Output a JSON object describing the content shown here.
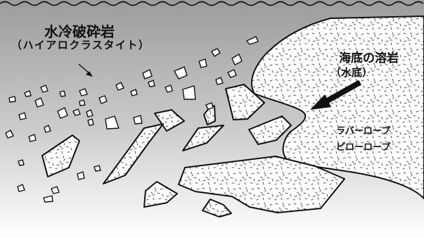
{
  "labels": {
    "hyaloclastite_title": "水冷破砕岩",
    "hyaloclastite_sub": "（ハイアロクラスタイト）",
    "lava_title": "海底の溶岩",
    "lava_sub": "（水底）",
    "ropy_lava": "ラバーロープ",
    "pillow_lava": "ピローロープ"
  },
  "colors": {
    "water_top": "#9c9c9c",
    "water_bottom": "#ffffff",
    "rock_fill": "#ffffff",
    "outline": "#111111",
    "speckle": "#555555"
  },
  "icons": [
    "pointer-arrow-icon",
    "flow-arrow-icon"
  ]
}
